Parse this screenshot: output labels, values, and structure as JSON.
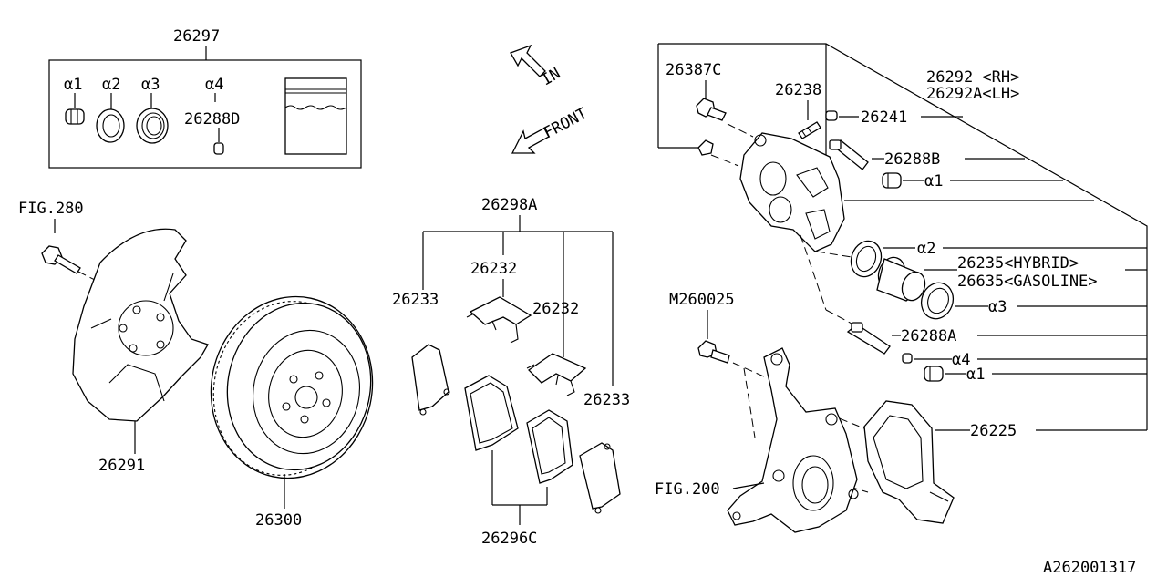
{
  "kit": {
    "number": "26297",
    "items": [
      "α1",
      "α2",
      "α3",
      "α4"
    ],
    "pin_number": "26288D"
  },
  "arrows": {
    "in_label": "IN",
    "front_label": "FRONT"
  },
  "left": {
    "fig_ref": "FIG.280",
    "shield": "26291",
    "rotor": "26300"
  },
  "pads": {
    "set": "26298A",
    "clip_top": "26232",
    "clip_mid": "26232",
    "shim_left": "26233",
    "shim_right": "26233",
    "pad_set": "26296C"
  },
  "caliper": {
    "bolt": "26387C",
    "bleeder": "26238",
    "cap": "26241",
    "assembly_rh": "26292 <RH>",
    "assembly_lh": "26292A<LH>",
    "pin_b": "26288B",
    "alpha1_top": "α1",
    "alpha2": "α2",
    "piston_hybrid": "26235<HYBRID>",
    "piston_gasoline": "26635<GASOLINE>",
    "alpha3": "α3",
    "pin_a": "26288A",
    "alpha4": "α4",
    "alpha1_bottom": "α1",
    "support": "26225",
    "knuckle_bolt": "M260025",
    "fig_ref": "FIG.200"
  },
  "diagram_id": "A262001317"
}
